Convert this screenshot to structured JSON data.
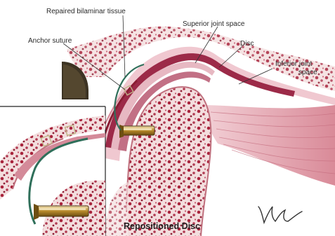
{
  "labels": {
    "repaired_bilaminar_tissue": "Repaired bilaminar tissue",
    "superior_joint_space": "Superior joint space",
    "anchor_suture": "Anchor suture",
    "disc": "Disc",
    "inferior_joint_space_line1": "Inferior joint",
    "inferior_joint_space_line2": "space"
  },
  "caption": "Repositioned Disc",
  "colors": {
    "bone_fill": "#f2d6d6",
    "marrow_spots": "#a8243c",
    "disc": "#9c2a48",
    "disc_light": "#e7b8c2",
    "muscle": "#d98a98",
    "suture": "#2f6f5a",
    "anchor": "#b88a2a",
    "leader_line": "#333333"
  },
  "icons": [
    "signature"
  ]
}
